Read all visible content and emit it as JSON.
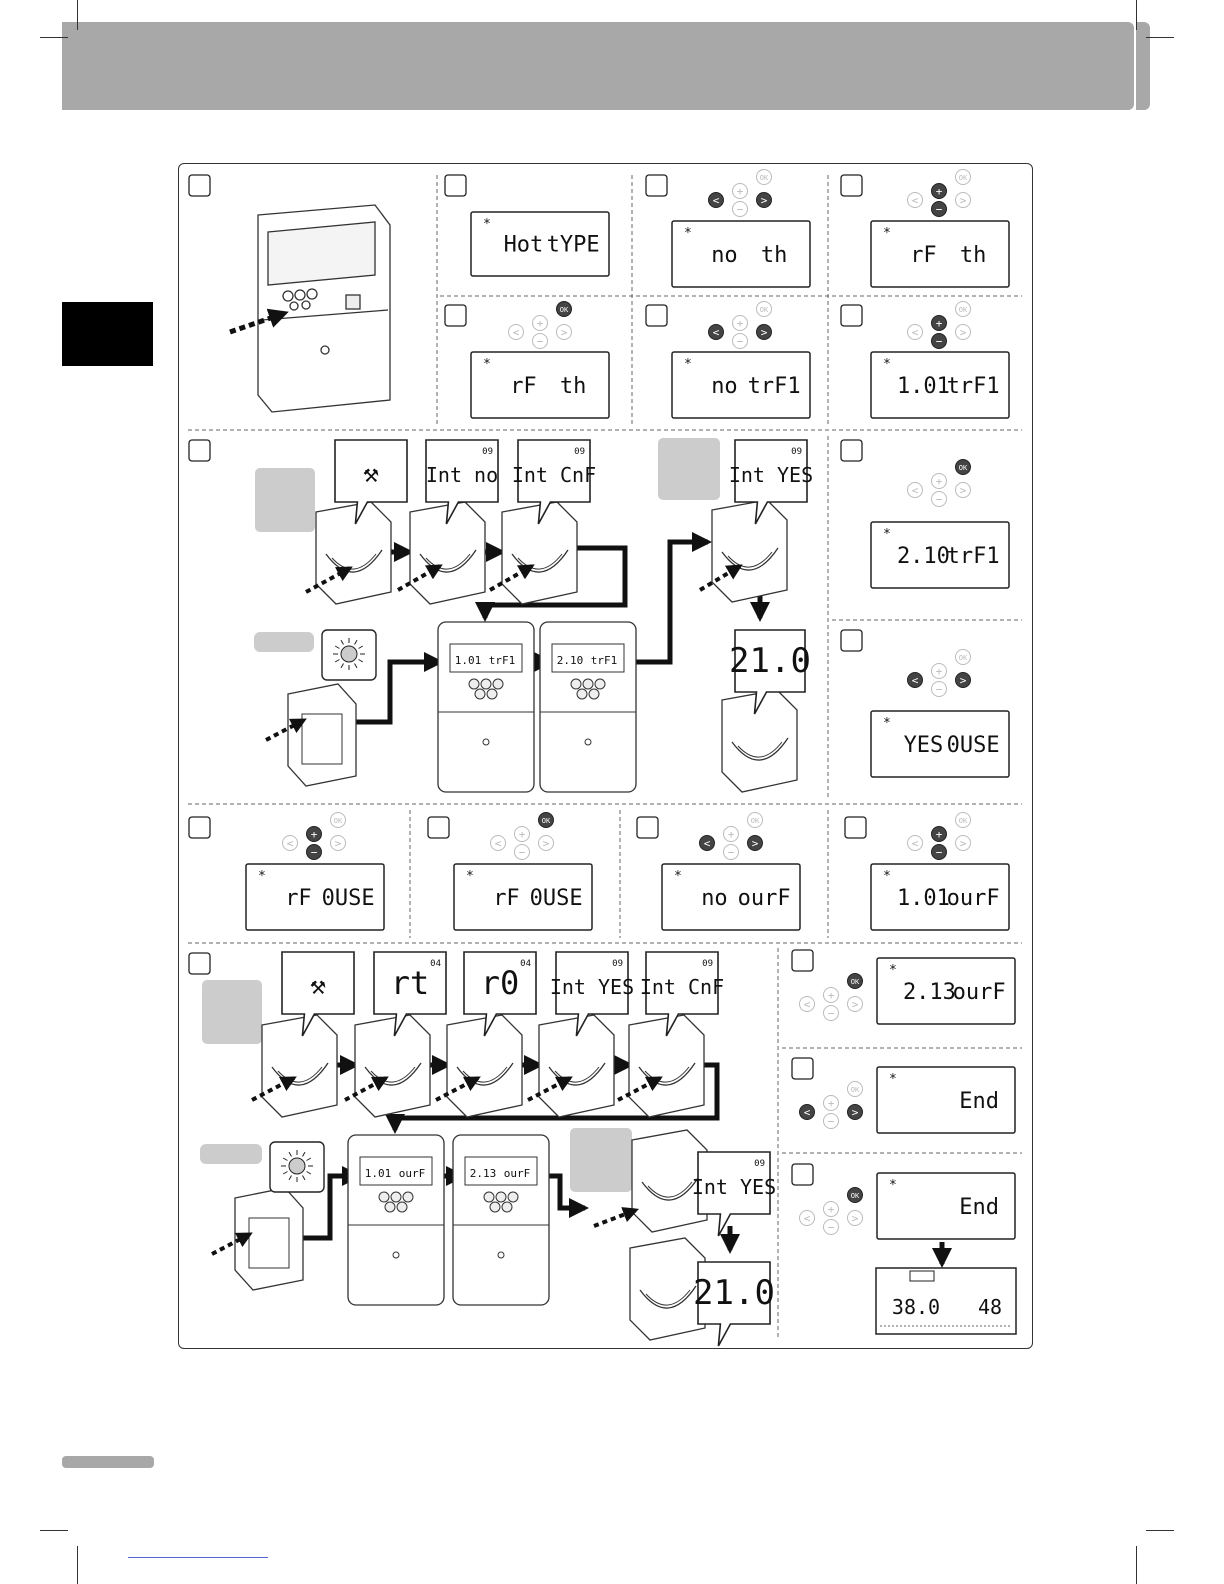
{
  "steps": {
    "s2": {
      "left": "Hot",
      "right": "tYPE"
    },
    "s3": {
      "left": "no",
      "right": "th"
    },
    "s4": {
      "left": "rF",
      "right": "th"
    },
    "s5": {
      "left": "rF",
      "right": "th"
    },
    "s6": {
      "left": "no",
      "right": "trF1"
    },
    "s7": {
      "left": "1.01",
      "right": "trF1"
    },
    "s8": {
      "b1": "Int no",
      "b2": "Int CnF",
      "b3": "Int YES",
      "b3_code": "09",
      "b1_code": "09",
      "u1_left": "1.01",
      "u1_right": "trF1",
      "u2_left": "2.10",
      "u2_right": "trF1",
      "big": "21.0"
    },
    "s9": {
      "left": "2.10",
      "right": "trF1"
    },
    "s10": {
      "left": "YES",
      "right": "0USE"
    },
    "s11": {
      "left": "rF",
      "right": "0USE"
    },
    "s12": {
      "left": "rF",
      "right": "0USE"
    },
    "s13": {
      "left": "no",
      "right": "ourF"
    },
    "s14": {
      "left": "1.01",
      "right": "ourF"
    },
    "s15": {
      "b1": "rt",
      "b2": "r0",
      "b3": "Int YES",
      "b4": "Int CnF",
      "b5": "Int YES",
      "c04": "04",
      "c09": "09",
      "u1_left": "1.01",
      "u1_right": "ourF",
      "u2_left": "2.13",
      "u2_right": "ourF",
      "big": "21.0"
    },
    "s16": {
      "left": "2.13",
      "right": "ourF"
    },
    "s17": {
      "left": "",
      "right": "End"
    },
    "s18": {
      "left": "",
      "right": "End",
      "lcd_left": "38.0",
      "lcd_right": "48"
    }
  },
  "buttons": {
    "ok": "OK",
    "plus": "+",
    "minus": "−",
    "prev": "<",
    "next": ">"
  }
}
